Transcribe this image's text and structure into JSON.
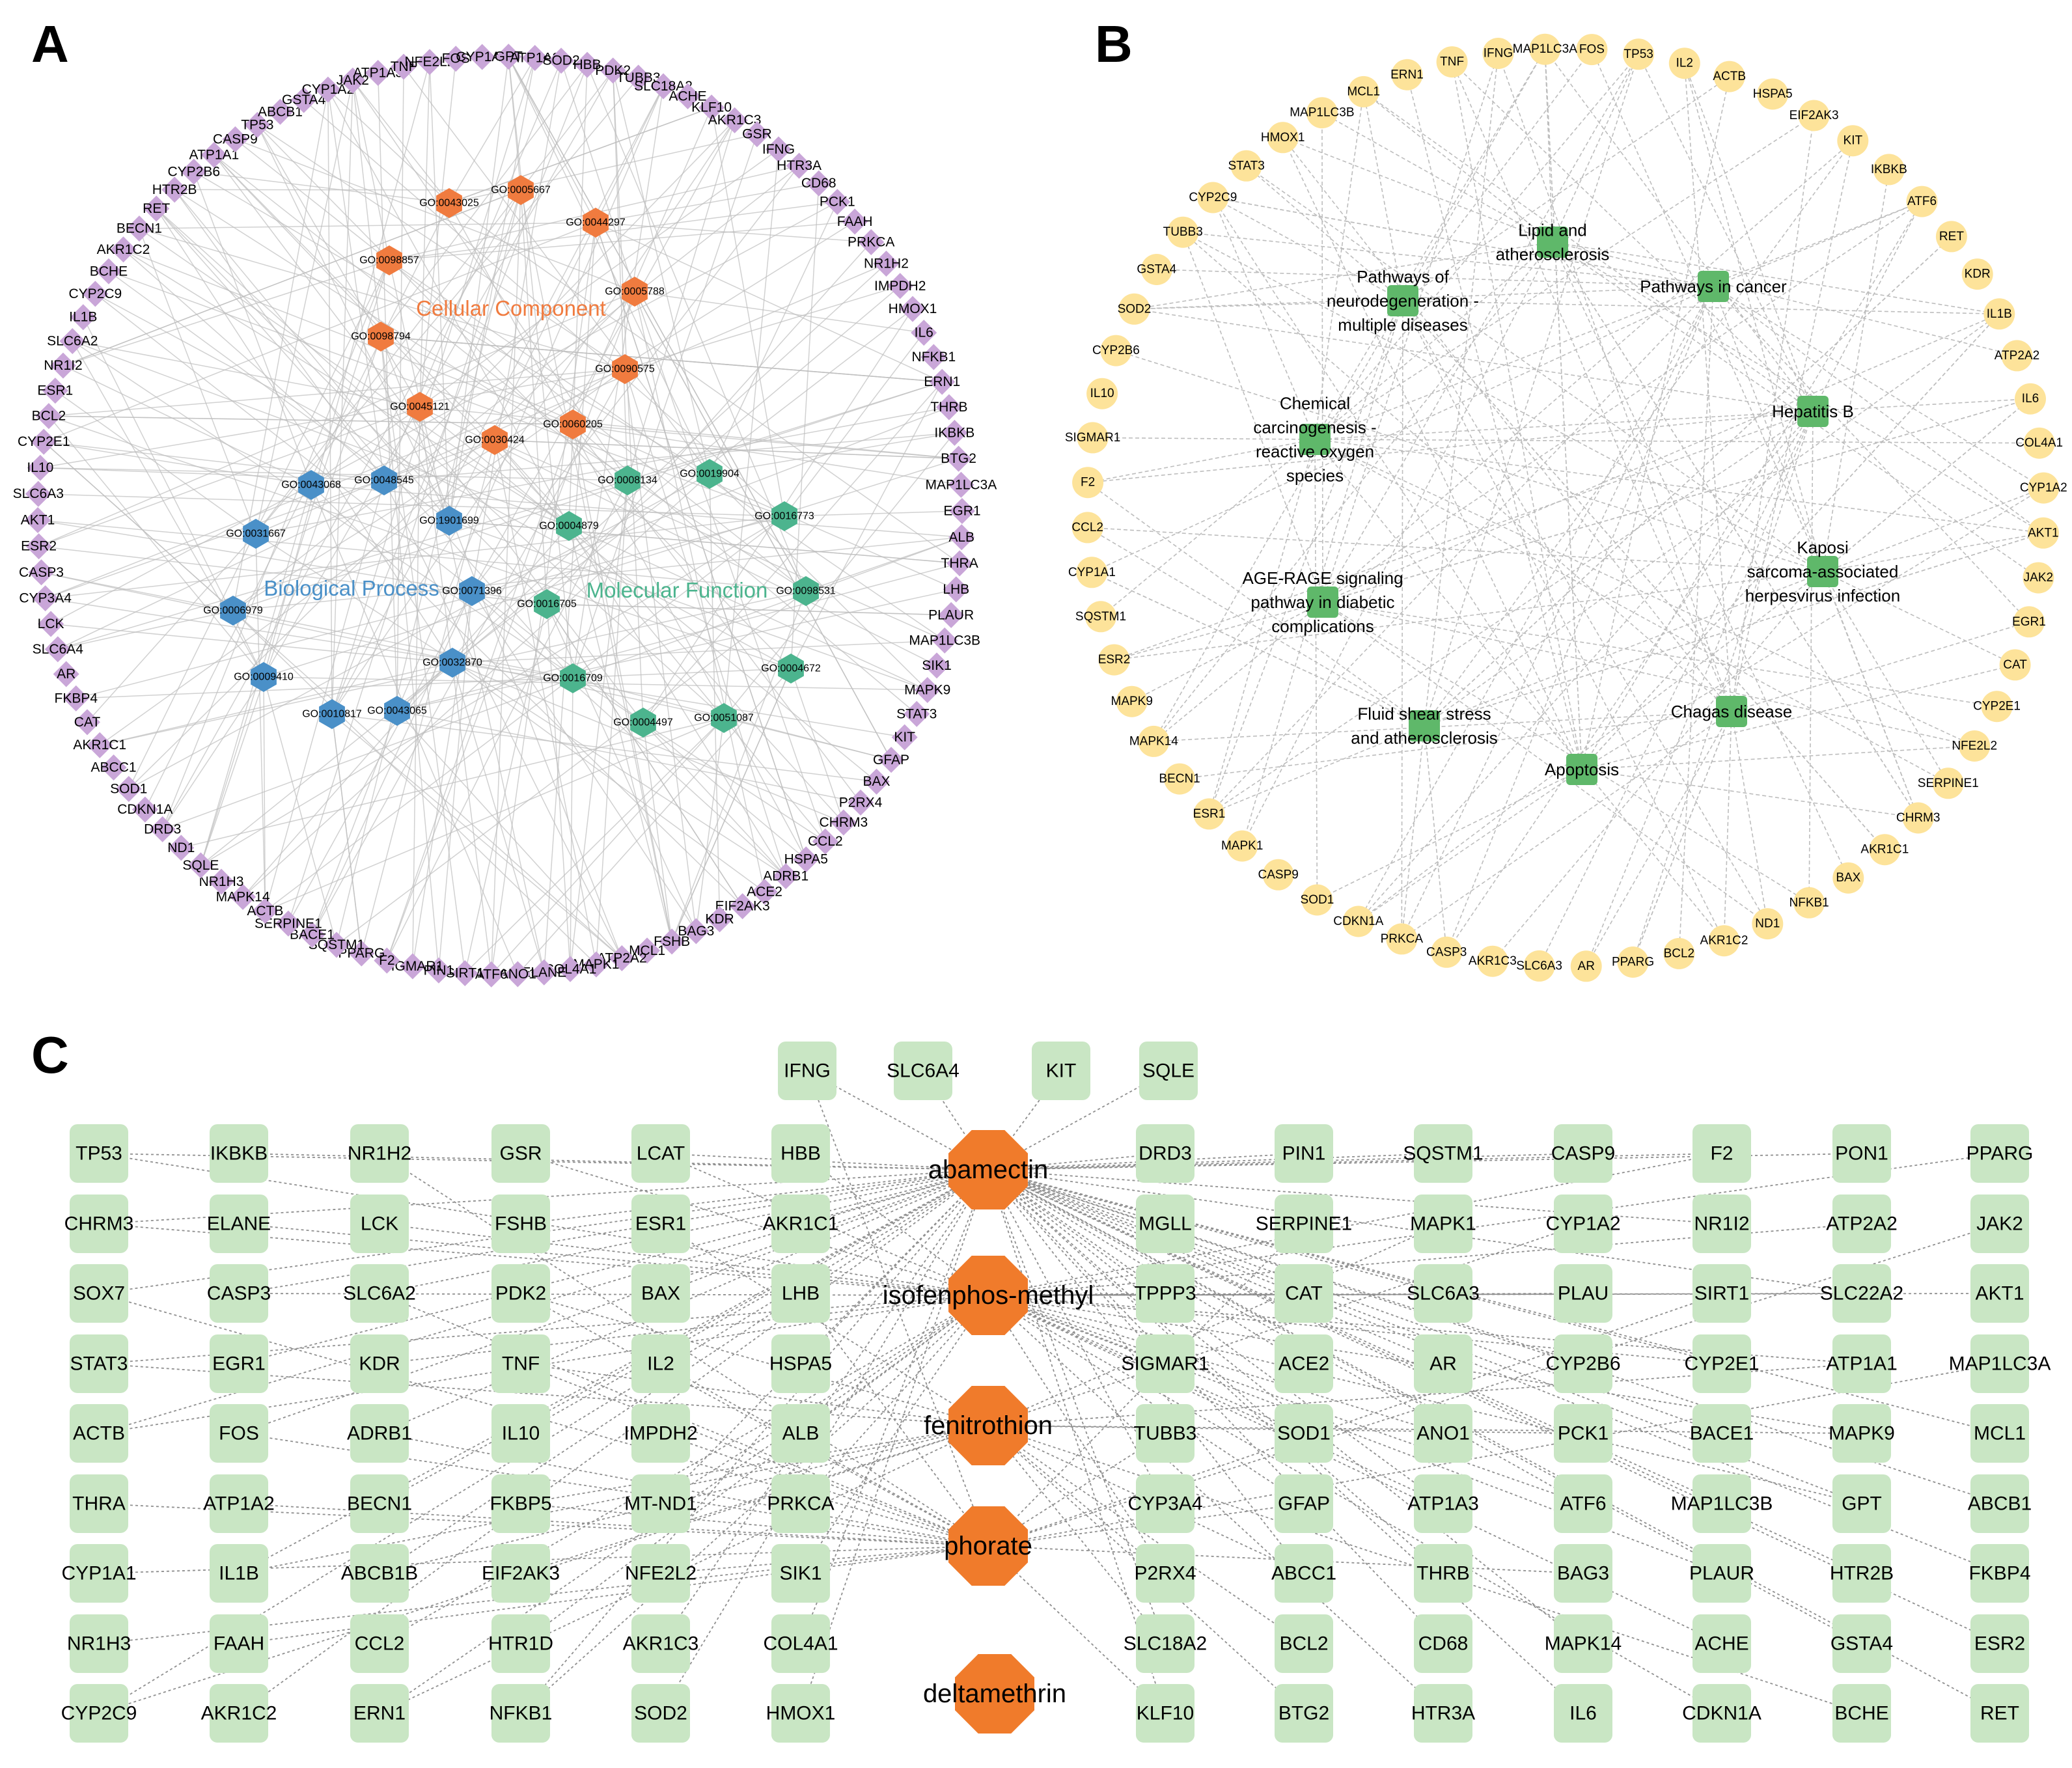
{
  "panels": {
    "a": "A",
    "b": "B",
    "c": "C"
  },
  "panel_a": {
    "colors": {
      "gene": "#c9a6d8",
      "cc": "#f07b3f",
      "bp": "#4a90c8",
      "mf": "#4cb48e",
      "edge": "#bdbdbd"
    },
    "category_labels": {
      "cc": "Cellular Component",
      "bp": "Biological Process",
      "mf": "Molecular Function"
    },
    "genes": [
      "HBB",
      "PDK2",
      "TUBB3",
      "SLC18A2",
      "ACHE",
      "KLF10",
      "AKR1C3",
      "GSR",
      "IFNG",
      "HTR3A",
      "CD68",
      "PCK1",
      "FAAH",
      "PRKCA",
      "NR1H2",
      "IMPDH2",
      "HMOX1",
      "IL6",
      "NFKB1",
      "ERN1",
      "THRB",
      "IKBKB",
      "BTG2",
      "MAP1LC3A",
      "EGR1",
      "ALB",
      "THRA",
      "LHB",
      "PLAUR",
      "MAP1LC3B",
      "SIK1",
      "MAPK9",
      "STAT3",
      "KIT",
      "GFAP",
      "BAX",
      "P2RX4",
      "CHRM3",
      "CCL2",
      "HSPA5",
      "ADRB1",
      "ACE2",
      "EIF2AK3",
      "KDR",
      "BAG3",
      "FSHB",
      "MCL1",
      "ATP2A2",
      "MAPK1",
      "COL4A1",
      "ELANE",
      "ANO1",
      "ATF6",
      "SIRT1",
      "PIN1",
      "SIGMAR1",
      "F2",
      "PPARG",
      "SQSTM1",
      "BACE1",
      "SERPINE1",
      "ACTB",
      "MAPK14",
      "NR1H3",
      "SQLE",
      "ND1",
      "DRD3",
      "CDKN1A",
      "SOD1",
      "ABCC1",
      "AKR1C1",
      "CAT",
      "FKBP4",
      "AR",
      "SLC6A4",
      "LCK",
      "CYP3A4",
      "CASP3",
      "ESR2",
      "AKT1",
      "SLC6A3",
      "IL10",
      "CYP2E1",
      "BCL2",
      "ESR1",
      "NR1I2",
      "SLC6A2",
      "IL1B",
      "CYP2C9",
      "BCHE",
      "AKR1C2",
      "BECN1",
      "RET",
      "HTR2B",
      "CYP2B6",
      "ATP1A1",
      "CASP9",
      "TP53",
      "ABCB1",
      "GSTA4",
      "CYP1A2",
      "JAK2",
      "ATP1A3",
      "TNF",
      "NFE2L2",
      "FOS",
      "CYP1A1",
      "GPT",
      "ATP1A2",
      "SOD2"
    ],
    "go_cc": [
      "GO:0043025",
      "GO:0005667",
      "GO:0044297",
      "GO:0098857",
      "GO:0005788",
      "GO:0098794",
      "GO:0090575",
      "GO:0045121",
      "GO:0060205",
      "GO:0030424"
    ],
    "go_bp": [
      "GO:0043068",
      "GO:0048545",
      "GO:1901699",
      "GO:0031667",
      "GO:0071396",
      "GO:0006979",
      "GO:0032870",
      "GO:0009410",
      "GO:0010817",
      "GO:0043065"
    ],
    "go_mf": [
      "GO:0008134",
      "GO:0019904",
      "GO:0016773",
      "GO:0004879",
      "GO:0098531",
      "GO:0016705",
      "GO:0004672",
      "GO:0016709",
      "GO:0004497",
      "GO:0051087"
    ]
  },
  "panel_b": {
    "colors": {
      "gene": "#fde39a",
      "pathway": "#5fb86a",
      "edge": "#bdbdbd"
    },
    "genes": [
      "FOS",
      "TP53",
      "IL2",
      "ACTB",
      "HSPA5",
      "EIF2AK3",
      "KIT",
      "IKBKB",
      "ATF6",
      "RET",
      "KDR",
      "IL1B",
      "ATP2A2",
      "IL6",
      "COL4A1",
      "CYP1A2",
      "AKT1",
      "JAK2",
      "EGR1",
      "CAT",
      "CYP2E1",
      "NFE2L2",
      "SERPINE1",
      "CHRM3",
      "AKR1C1",
      "BAX",
      "NFKB1",
      "ND1",
      "AKR1C2",
      "BCL2",
      "PPARG",
      "AR",
      "SLC6A3",
      "AKR1C3",
      "CASP3",
      "PRKCA",
      "CDKN1A",
      "SOD1",
      "CASP9",
      "MAPK1",
      "ESR1",
      "BECN1",
      "MAPK14",
      "MAPK9",
      "ESR2",
      "SQSTM1",
      "CYP1A1",
      "CCL2",
      "F2",
      "SIGMAR1",
      "IL10",
      "CYP2B6",
      "SOD2",
      "GSTA4",
      "TUBB3",
      "CYP2C9",
      "STAT3",
      "HMOX1",
      "MAP1LC3B",
      "MCL1",
      "ERN1",
      "TNF",
      "IFNG",
      "MAP1LC3A"
    ],
    "pathways": [
      {
        "lines": [
          "Lipid and",
          "atherosclerosis"
        ]
      },
      {
        "lines": [
          "Pathways of",
          "neurodegeneration -",
          "multiple diseases"
        ]
      },
      {
        "lines": [
          "Pathways in cancer"
        ]
      },
      {
        "lines": [
          "Hepatitis B"
        ]
      },
      {
        "lines": [
          "Chemical",
          "carcinogenesis -",
          "reactive oxygen",
          "species"
        ]
      },
      {
        "lines": [
          "Kaposi",
          "sarcoma-associated",
          "herpesvirus infection"
        ]
      },
      {
        "lines": [
          "AGE-RAGE signaling",
          "pathway in diabetic",
          "complications"
        ]
      },
      {
        "lines": [
          "Chagas disease"
        ]
      },
      {
        "lines": [
          "Fluid shear stress",
          "and atherosclerosis"
        ]
      },
      {
        "lines": [
          "Apoptosis"
        ]
      }
    ]
  },
  "panel_c": {
    "colors": {
      "gene": "#c9e6c4",
      "compound": "#f07b2b",
      "edge": "#8f8f8f"
    },
    "top_genes": [
      "IFNG",
      "SLC6A4",
      "KIT",
      "SQLE"
    ],
    "compounds": [
      "abamectin",
      "isofenphos-methyl",
      "fenitrothion",
      "phorate",
      "deltamethrin"
    ],
    "left_columns": [
      [
        "TP53",
        "CHRM3",
        "SOX7",
        "STAT3",
        "ACTB",
        "THRA",
        "CYP1A1",
        "NR1H3",
        "CYP2C9"
      ],
      [
        "IKBKB",
        "ELANE",
        "CASP3",
        "EGR1",
        "FOS",
        "ATP1A2",
        "IL1B",
        "FAAH",
        "AKR1C2"
      ],
      [
        "NR1H2",
        "LCK",
        "SLC6A2",
        "KDR",
        "ADRB1",
        "BECN1",
        "ABCB1B",
        "CCL2",
        "ERN1"
      ],
      [
        "GSR",
        "FSHB",
        "PDK2",
        "TNF",
        "IL10",
        "FKBP5",
        "EIF2AK3",
        "HTR1D",
        "NFKB1"
      ],
      [
        "LCAT",
        "ESR1",
        "BAX",
        "IL2",
        "IMPDH2",
        "MT-ND1",
        "NFE2L2",
        "AKR1C3",
        "SOD2"
      ],
      [
        "HBB",
        "AKR1C1",
        "LHB",
        "HSPA5",
        "ALB",
        "PRKCA",
        "SIK1",
        "COL4A1",
        "HMOX1"
      ]
    ],
    "right_columns": [
      [
        "DRD3",
        "MGLL",
        "TPPP3",
        "SIGMAR1",
        "TUBB3",
        "CYP3A4",
        "P2RX4",
        "SLC18A2",
        "KLF10"
      ],
      [
        "PIN1",
        "SERPINE1",
        "CAT",
        "ACE2",
        "SOD1",
        "GFAP",
        "ABCC1",
        "BCL2",
        "BTG2"
      ],
      [
        "SQSTM1",
        "MAPK1",
        "SLC6A3",
        "AR",
        "ANO1",
        "ATP1A3",
        "THRB",
        "CD68",
        "HTR3A"
      ],
      [
        "CASP9",
        "CYP1A2",
        "PLAU",
        "CYP2B6",
        "PCK1",
        "ATF6",
        "BAG3",
        "MAPK14",
        "IL6"
      ],
      [
        "F2",
        "NR1I2",
        "SIRT1",
        "CYP2E1",
        "BACE1",
        "MAP1LC3B",
        "PLAUR",
        "ACHE",
        "CDKN1A"
      ],
      [
        "PON1",
        "ATP2A2",
        "SLC22A2",
        "ATP1A1",
        "MAPK9",
        "GPT",
        "HTR2B",
        "GSTA4",
        "BCHE"
      ],
      [
        "PPARG",
        "JAK2",
        "AKT1",
        "MAP1LC3A",
        "MCL1",
        "ABCB1",
        "FKBP4",
        "ESR2",
        "RET"
      ]
    ]
  }
}
